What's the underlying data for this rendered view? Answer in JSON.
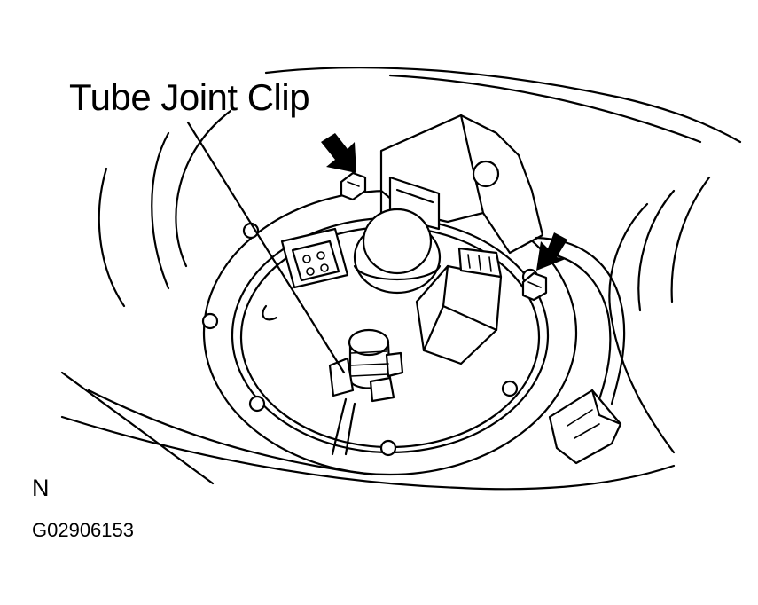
{
  "labels": {
    "callout": "Tube Joint Clip",
    "view_code": "N",
    "figure_id": "G02906153"
  },
  "colors": {
    "line": "#000000",
    "background": "#ffffff"
  }
}
